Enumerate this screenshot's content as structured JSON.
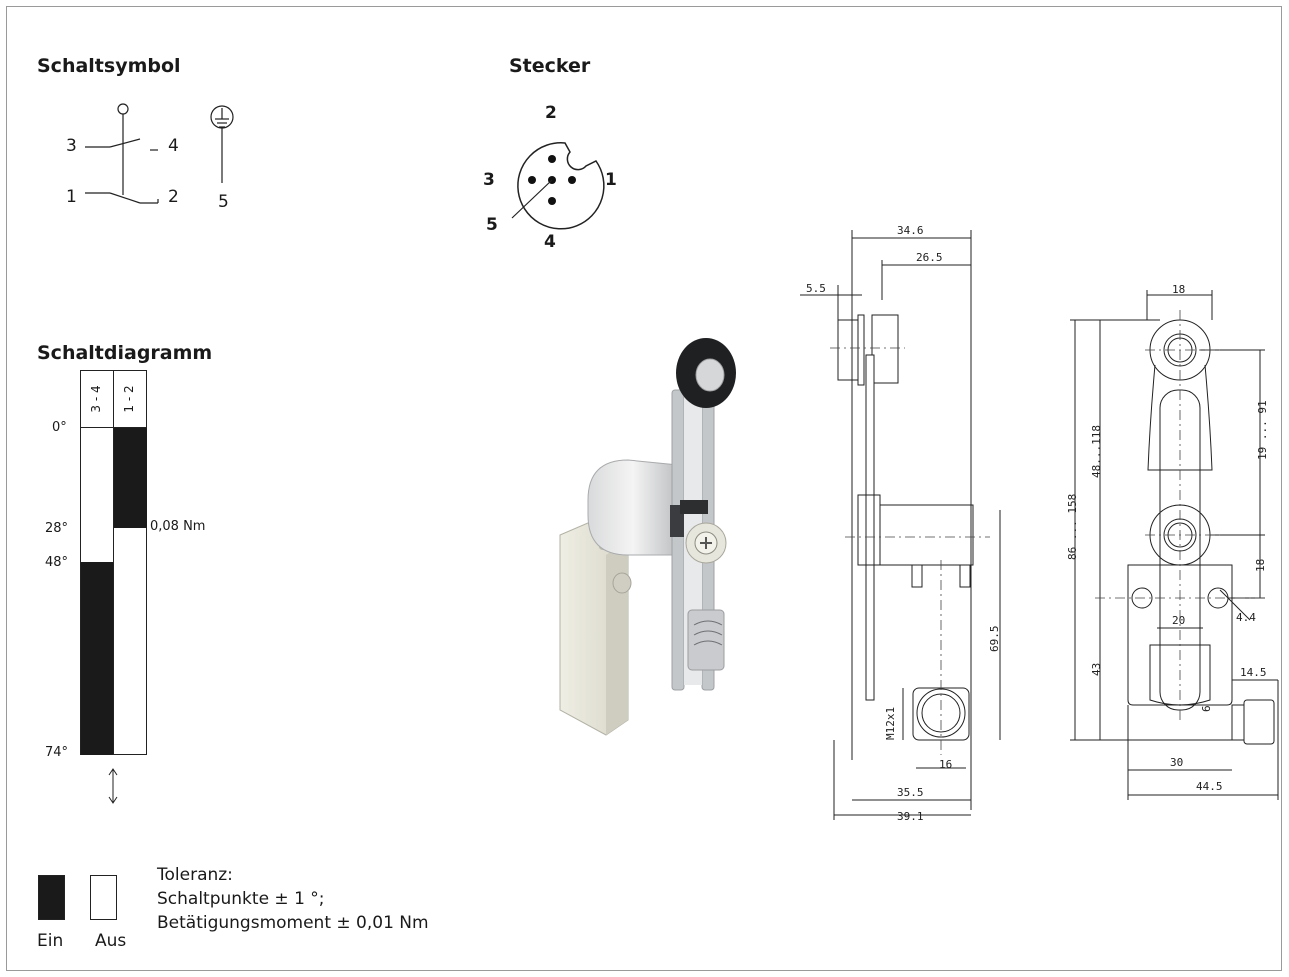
{
  "headings": {
    "symbol": "Schaltsymbol",
    "plug": "Stecker",
    "diagram": "Schaltdiagramm"
  },
  "switch_symbol": {
    "terminals": [
      "3",
      "4",
      "1",
      "2",
      "5"
    ]
  },
  "connector": {
    "pins": [
      "2",
      "3",
      "1",
      "5",
      "4"
    ]
  },
  "switching_diagram": {
    "columns": [
      "3 - 4",
      "1 - 2"
    ],
    "angles": [
      "0°",
      "28°",
      "48°",
      "74°"
    ],
    "torque_label": "0,08 Nm"
  },
  "legend": {
    "on": "Ein",
    "off": "Aus"
  },
  "tolerance": {
    "title": "Toleranz:",
    "line1": "Schaltpunkte ± 1 °;",
    "line2": "Betätigungsmoment ± 0,01 Nm"
  },
  "dimensions": {
    "side": [
      "34.6",
      "26.5",
      "5.5",
      "69.5",
      "M12x1",
      "16",
      "35.5",
      "39.1"
    ],
    "front": [
      "18",
      "19 ... 91",
      "48...118",
      "86 ... 158",
      "18",
      "20",
      "4.4",
      "43",
      "14.5",
      "6",
      "30",
      "44.5"
    ]
  },
  "colors": {
    "ink": "#1a1a1a",
    "line": "#222222",
    "fill_on": "#1a1a1a",
    "fill_off": "#ffffff",
    "housing": "#e4e2d6",
    "lever": "#bfc2c5"
  }
}
